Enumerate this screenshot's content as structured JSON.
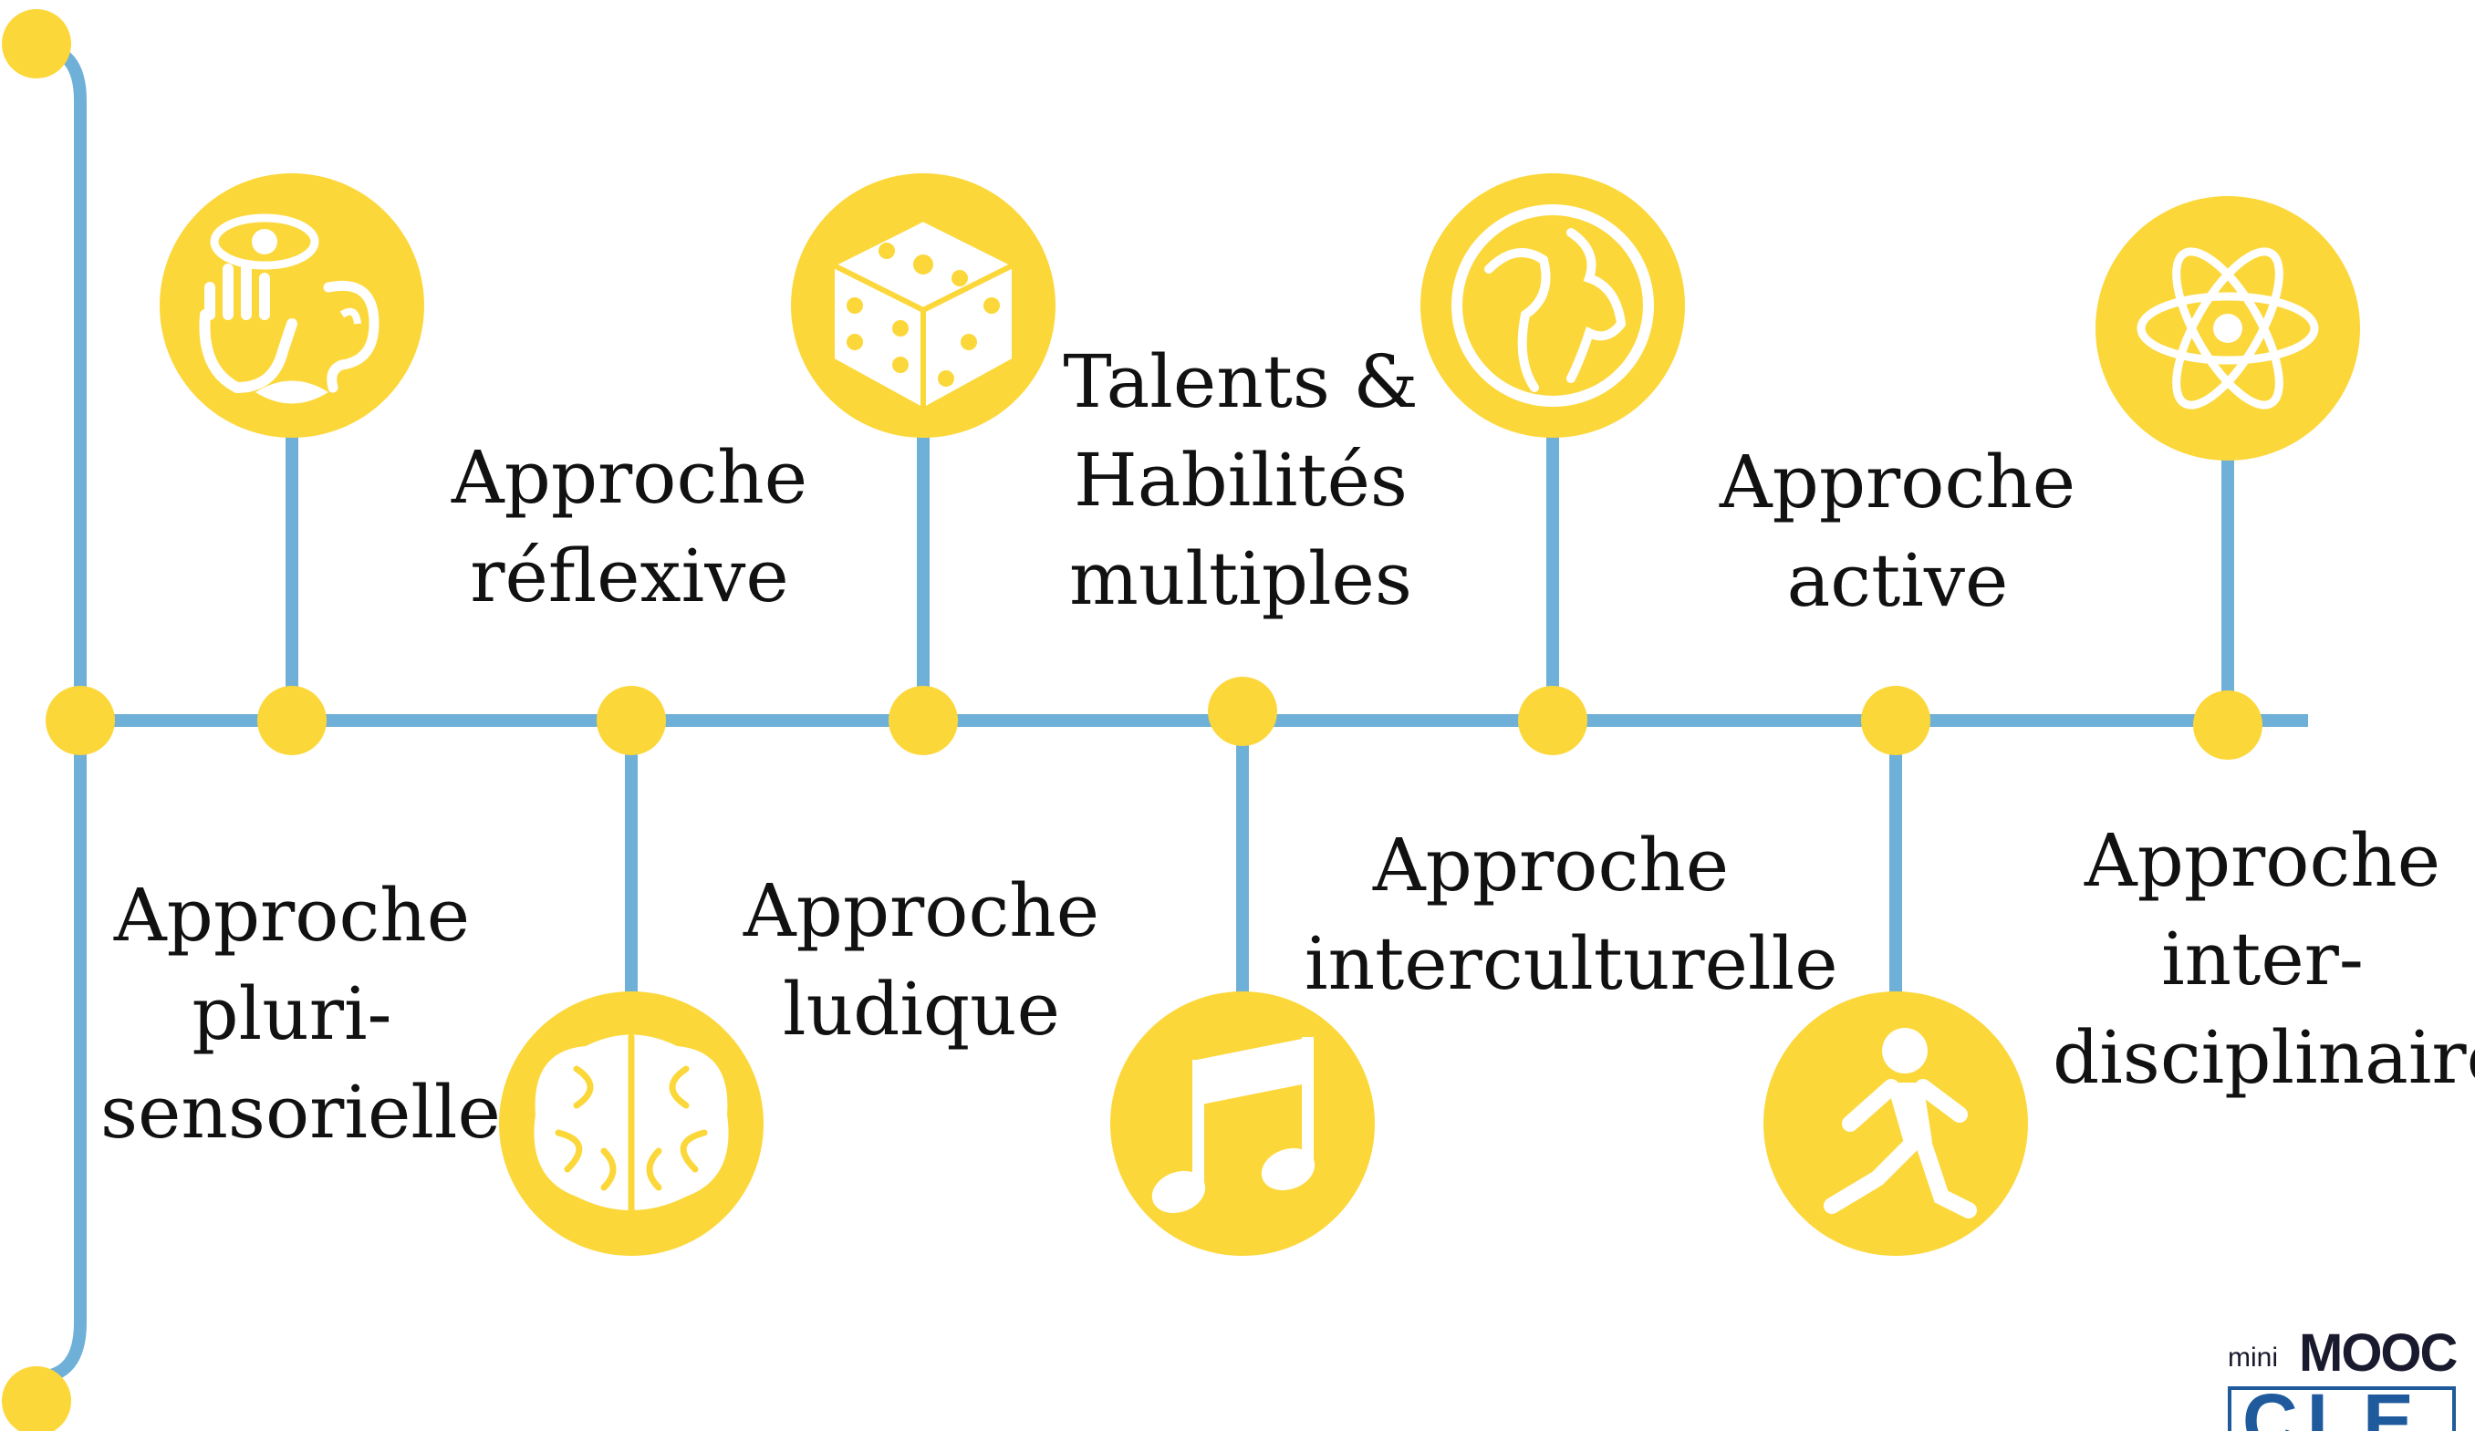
{
  "colors": {
    "line": "#6fb0d8",
    "dot": "#fcd73a",
    "icon": "#ffffff"
  },
  "approaches": [
    {
      "label": "Approche\npluri-\nsensorielle",
      "icon": "senses-icon"
    },
    {
      "label": "Approche\nréflexive",
      "icon": "brain-icon"
    },
    {
      "label": "Approche\nludique",
      "icon": "dice-icon"
    },
    {
      "label": "Talents &\nHabilités\nmultiples",
      "icon": "music-note-icon"
    },
    {
      "label": "Approche\ninterculturelle",
      "icon": "globe-icon"
    },
    {
      "label": "Approche\nactive",
      "icon": "runner-icon"
    },
    {
      "label": "Approche\ninter-\ndisciplinaire",
      "icon": "atom-icon"
    }
  ],
  "logo": {
    "small": "mini",
    "big": "MOOC",
    "sub": "CLE"
  }
}
